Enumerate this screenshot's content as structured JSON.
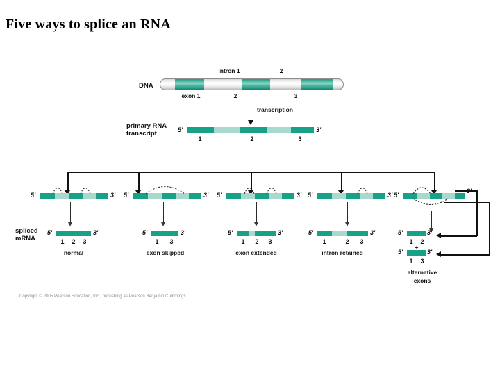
{
  "slide": {
    "title": "Five ways to splice an RNA",
    "copyright": "Copyright © 2005 Pearson Education, Inc., publishing as Pearson Benjamin Cummings."
  },
  "colors": {
    "exon_dark_green": "#17a287",
    "intron_light_green": "#a9d9cd",
    "dna_gray": "#e9e9e9",
    "line_black": "#111111",
    "title_black": "#000000"
  },
  "dna": {
    "label": "DNA",
    "top_labels": [
      {
        "text": "intron 1"
      },
      {
        "text": "2"
      }
    ],
    "bottom_labels": [
      {
        "text": "exon 1"
      },
      {
        "text": "2"
      },
      {
        "text": "3"
      }
    ],
    "segments": [
      {
        "type": "cap",
        "fill": "gray"
      },
      {
        "type": "exon",
        "fill": "green",
        "name": "exon 1"
      },
      {
        "type": "intron",
        "fill": "gray",
        "name": "intron 1"
      },
      {
        "type": "exon",
        "fill": "green",
        "name": "exon 2"
      },
      {
        "type": "intron",
        "fill": "gray",
        "name": "intron 2"
      },
      {
        "type": "exon",
        "fill": "green",
        "name": "exon 3"
      },
      {
        "type": "cap",
        "fill": "gray"
      }
    ]
  },
  "transcription": {
    "label": "transcription"
  },
  "primary_transcript": {
    "label_line1": "primary RNA",
    "label_line2": "transcript",
    "five_prime": "5'",
    "three_prime": "3'",
    "numbers": [
      "1",
      "2",
      "3"
    ],
    "segments": [
      {
        "fill": "dark",
        "name": "exon 1"
      },
      {
        "fill": "light",
        "name": "intron 1"
      },
      {
        "fill": "dark",
        "name": "exon 2"
      },
      {
        "fill": "light",
        "name": "intron 2"
      },
      {
        "fill": "dark",
        "name": "exon 3"
      }
    ]
  },
  "spliced_mrna": {
    "label_line1": "spliced",
    "label_line2": "mRNA"
  },
  "plus_sign": "+",
  "pathways": [
    {
      "id": "normal",
      "caption": "normal",
      "five_prime": "5'",
      "three_prime": "3'",
      "precursor_segments": [
        {
          "fill": "dark"
        },
        {
          "fill": "light"
        },
        {
          "fill": "dark"
        },
        {
          "fill": "light"
        },
        {
          "fill": "dark"
        }
      ],
      "arcs": 2,
      "arc_position": "above",
      "products": [
        {
          "five_prime": "5'",
          "three_prime": "3'",
          "numbers": [
            "1",
            "2",
            "3"
          ],
          "segments": [
            {
              "fill": "dark"
            }
          ]
        }
      ]
    },
    {
      "id": "exon-skipped",
      "caption": "exon skipped",
      "five_prime": "5'",
      "three_prime": "3'",
      "precursor_segments": [
        {
          "fill": "dark"
        },
        {
          "fill": "light"
        },
        {
          "fill": "dark"
        },
        {
          "fill": "light"
        },
        {
          "fill": "dark"
        }
      ],
      "arcs": 1,
      "arc_position": "above",
      "products": [
        {
          "five_prime": "5'",
          "three_prime": "3'",
          "numbers": [
            "1",
            "3"
          ],
          "segments": [
            {
              "fill": "dark"
            }
          ]
        }
      ]
    },
    {
      "id": "exon-extended",
      "caption": "exon extended",
      "five_prime": "5'",
      "three_prime": "3'",
      "precursor_segments": [
        {
          "fill": "dark"
        },
        {
          "fill": "light"
        },
        {
          "fill": "dark"
        },
        {
          "fill": "light"
        },
        {
          "fill": "dark"
        }
      ],
      "arcs": 2,
      "arc_position": "above",
      "products": [
        {
          "five_prime": "5'",
          "three_prime": "3'",
          "numbers": [
            "1",
            "2",
            "3"
          ],
          "segments": [
            {
              "fill": "dark"
            },
            {
              "fill": "light"
            },
            {
              "fill": "dark"
            }
          ]
        }
      ]
    },
    {
      "id": "intron-retained",
      "caption": "intron retained",
      "five_prime": "5'",
      "three_prime": "3'",
      "precursor_segments": [
        {
          "fill": "dark"
        },
        {
          "fill": "light"
        },
        {
          "fill": "dark"
        },
        {
          "fill": "light"
        },
        {
          "fill": "dark"
        }
      ],
      "arcs": 1,
      "arc_position": "above",
      "products": [
        {
          "five_prime": "5'",
          "three_prime": "3'",
          "numbers": [
            "1",
            "2",
            "3"
          ],
          "segments": [
            {
              "fill": "dark"
            },
            {
              "fill": "light"
            },
            {
              "fill": "dark"
            }
          ]
        }
      ]
    },
    {
      "id": "alternative-exons",
      "caption_line1": "alternative",
      "caption_line2": "exons",
      "five_prime": "5'",
      "three_prime": "3'",
      "precursor_segments": [
        {
          "fill": "dark"
        },
        {
          "fill": "light"
        },
        {
          "fill": "dark"
        },
        {
          "fill": "light"
        },
        {
          "fill": "dark"
        }
      ],
      "arcs": 2,
      "arc_position": "above-and-below",
      "products": [
        {
          "five_prime": "5'",
          "three_prime": "3'",
          "numbers": [
            "1",
            "2"
          ],
          "segments": [
            {
              "fill": "dark"
            }
          ]
        },
        {
          "five_prime": "5'",
          "three_prime": "3'",
          "numbers": [
            "1",
            "3"
          ],
          "segments": [
            {
              "fill": "dark"
            }
          ]
        }
      ]
    }
  ]
}
